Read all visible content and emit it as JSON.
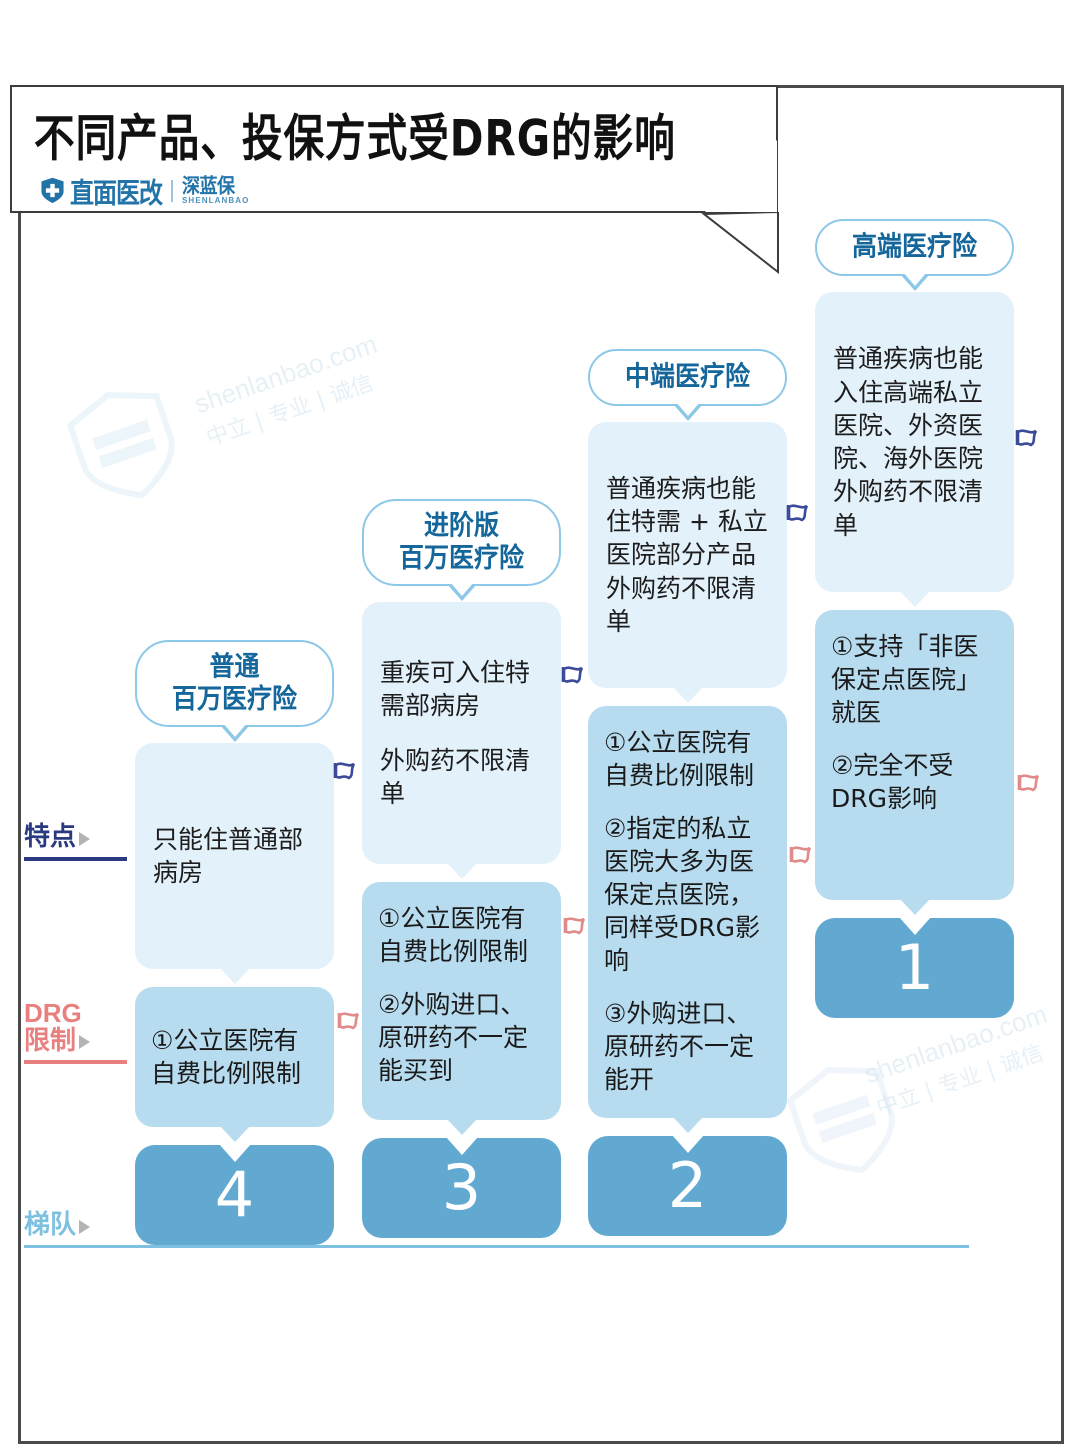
{
  "header": {
    "title": "不同产品、投保方式受DRG的影响",
    "logo": {
      "icon": "shield-plus-icon",
      "program": "直面医改",
      "brand_cn": "深蓝保",
      "brand_en": "SHENLANBAO"
    }
  },
  "row_labels": [
    {
      "key": "tedian",
      "label": "特点",
      "color": "#2b3a80"
    },
    {
      "key": "drg",
      "label_en": "DRG",
      "label": "限制",
      "color": "#e8807f"
    },
    {
      "key": "tidui",
      "label": "梯队",
      "color": "#7dc0e0"
    }
  ],
  "colors": {
    "feature_box": "#e3f1fb",
    "drg_box": "#b8dcef",
    "tier_box": "#62a9d2",
    "bubble_border": "#8dc8e8",
    "bubble_text": "#15679b",
    "flag_navy": "#3b4a99",
    "flag_salmon": "#e08a8a",
    "frame": "#4a4a4a"
  },
  "columns": [
    {
      "name": "普通\n百万医疗险",
      "features": [
        "只能住普通部病房"
      ],
      "drg_limits": [
        "①公立医院有自费比例限制"
      ],
      "tier": "4"
    },
    {
      "name": "进阶版\n百万医疗险",
      "features": [
        "重疾可入住特需部病房",
        "外购药不限清单"
      ],
      "drg_limits": [
        "①公立医院有自费比例限制",
        "②外购进口、原研药不一定能买到"
      ],
      "tier": "3"
    },
    {
      "name": "中端医疗险",
      "features": [
        "普通疾病也能住特需 + 私立医院部分产品外购药不限清单"
      ],
      "drg_limits": [
        "①公立医院有自费比例限制",
        "②指定的私立医院大多为医保定点医院，同样受DRG影响",
        "③外购进口、原研药不一定能开"
      ],
      "tier": "2"
    },
    {
      "name": "高端医疗险",
      "features": [
        "普通疾病也能入住高端私立医院、外资医院、海外医院外购药不限清单"
      ],
      "drg_limits": [
        "①支持「非医保定点医院」就医",
        "②完全不受DRG影响"
      ],
      "tier": "1"
    }
  ],
  "watermarks": [
    {
      "url": "shenlanbao.com",
      "cn": "中立 | 专业 | 诚信"
    },
    {
      "url": "shenlanbao.com",
      "cn": "中立 | 专业 | 诚信"
    }
  ]
}
